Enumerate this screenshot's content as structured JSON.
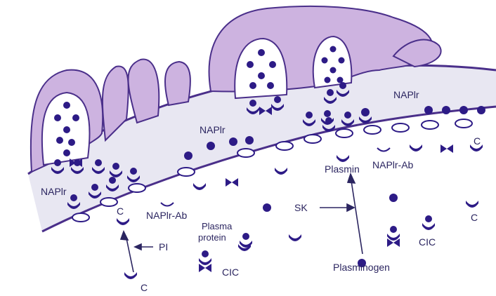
{
  "colors": {
    "cell_fill": "#cdb3e0",
    "cell_stroke": "#4a2f8a",
    "membrane_fill": "#e7e6f1",
    "molecule": "#2d1b86",
    "text": "#2b2560"
  },
  "labels": {
    "napir_top_right": "NAPlr",
    "napir_middle": "NAPlr",
    "napir_left": "NAPlr",
    "plasmin": "Plasmin",
    "napir_ab_right": "NAPlr-Ab",
    "napir_ab_left": "NAPlr-Ab",
    "c_right_membrane": "C",
    "c_left_membrane": "C",
    "pi": "PI",
    "plasma_protein_1": "Plasma",
    "plasma_protein_2": "protein",
    "cic_center": "CIC",
    "cic_right": "CIC",
    "sk": "SK",
    "plasminogen": "Plasminogen",
    "c_bottom": "C",
    "c_far_right": "C"
  }
}
